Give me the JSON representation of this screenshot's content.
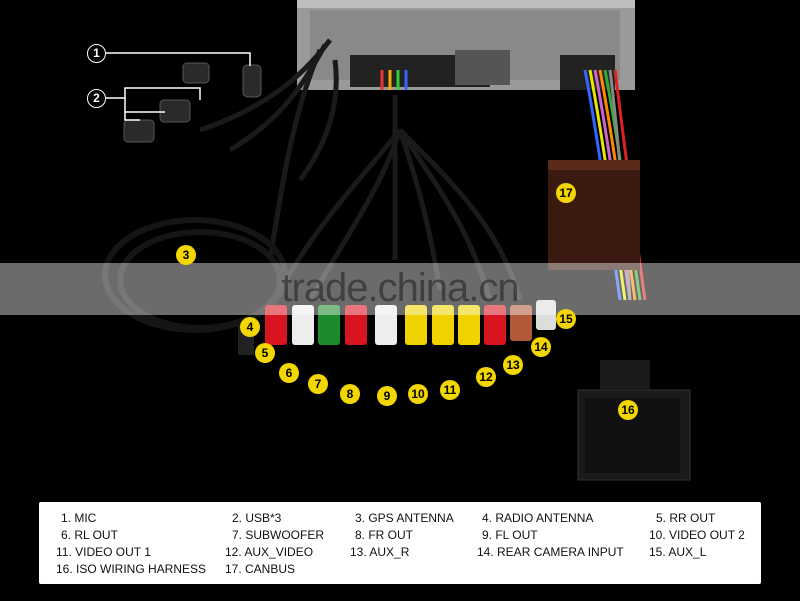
{
  "watermark": "trade.china.cn",
  "badges": [
    "1",
    "2",
    "3",
    "4",
    "5",
    "6",
    "7",
    "8",
    "9",
    "10",
    "11",
    "12",
    "13",
    "14",
    "15",
    "16",
    "17"
  ],
  "legend": {
    "rows": [
      [
        "1. MIC",
        "2. USB*3",
        "3. GPS ANTENNA",
        "4. RADIO ANTENNA",
        "5. RR OUT"
      ],
      [
        "6. RL OUT",
        "7. SUBWOOFER",
        "8. FR OUT",
        "9. FL OUT",
        "10. VIDEO OUT 2"
      ],
      [
        "11. VIDEO OUT 1",
        "12. AUX_VIDEO",
        "13. AUX_R",
        "14. REAR CAMERA INPUT",
        "15. AUX_L"
      ],
      [
        "16. ISO WIRING HARNESS",
        "17. CANBUS",
        "",
        "",
        ""
      ]
    ]
  },
  "colors": {
    "badge": "#f2d600",
    "rca_red": "#d8141e",
    "rca_white": "#eeeeee",
    "rca_green": "#1e8a2e",
    "rca_yellow": "#f0d200",
    "rca_brown": "#b05a3a"
  }
}
